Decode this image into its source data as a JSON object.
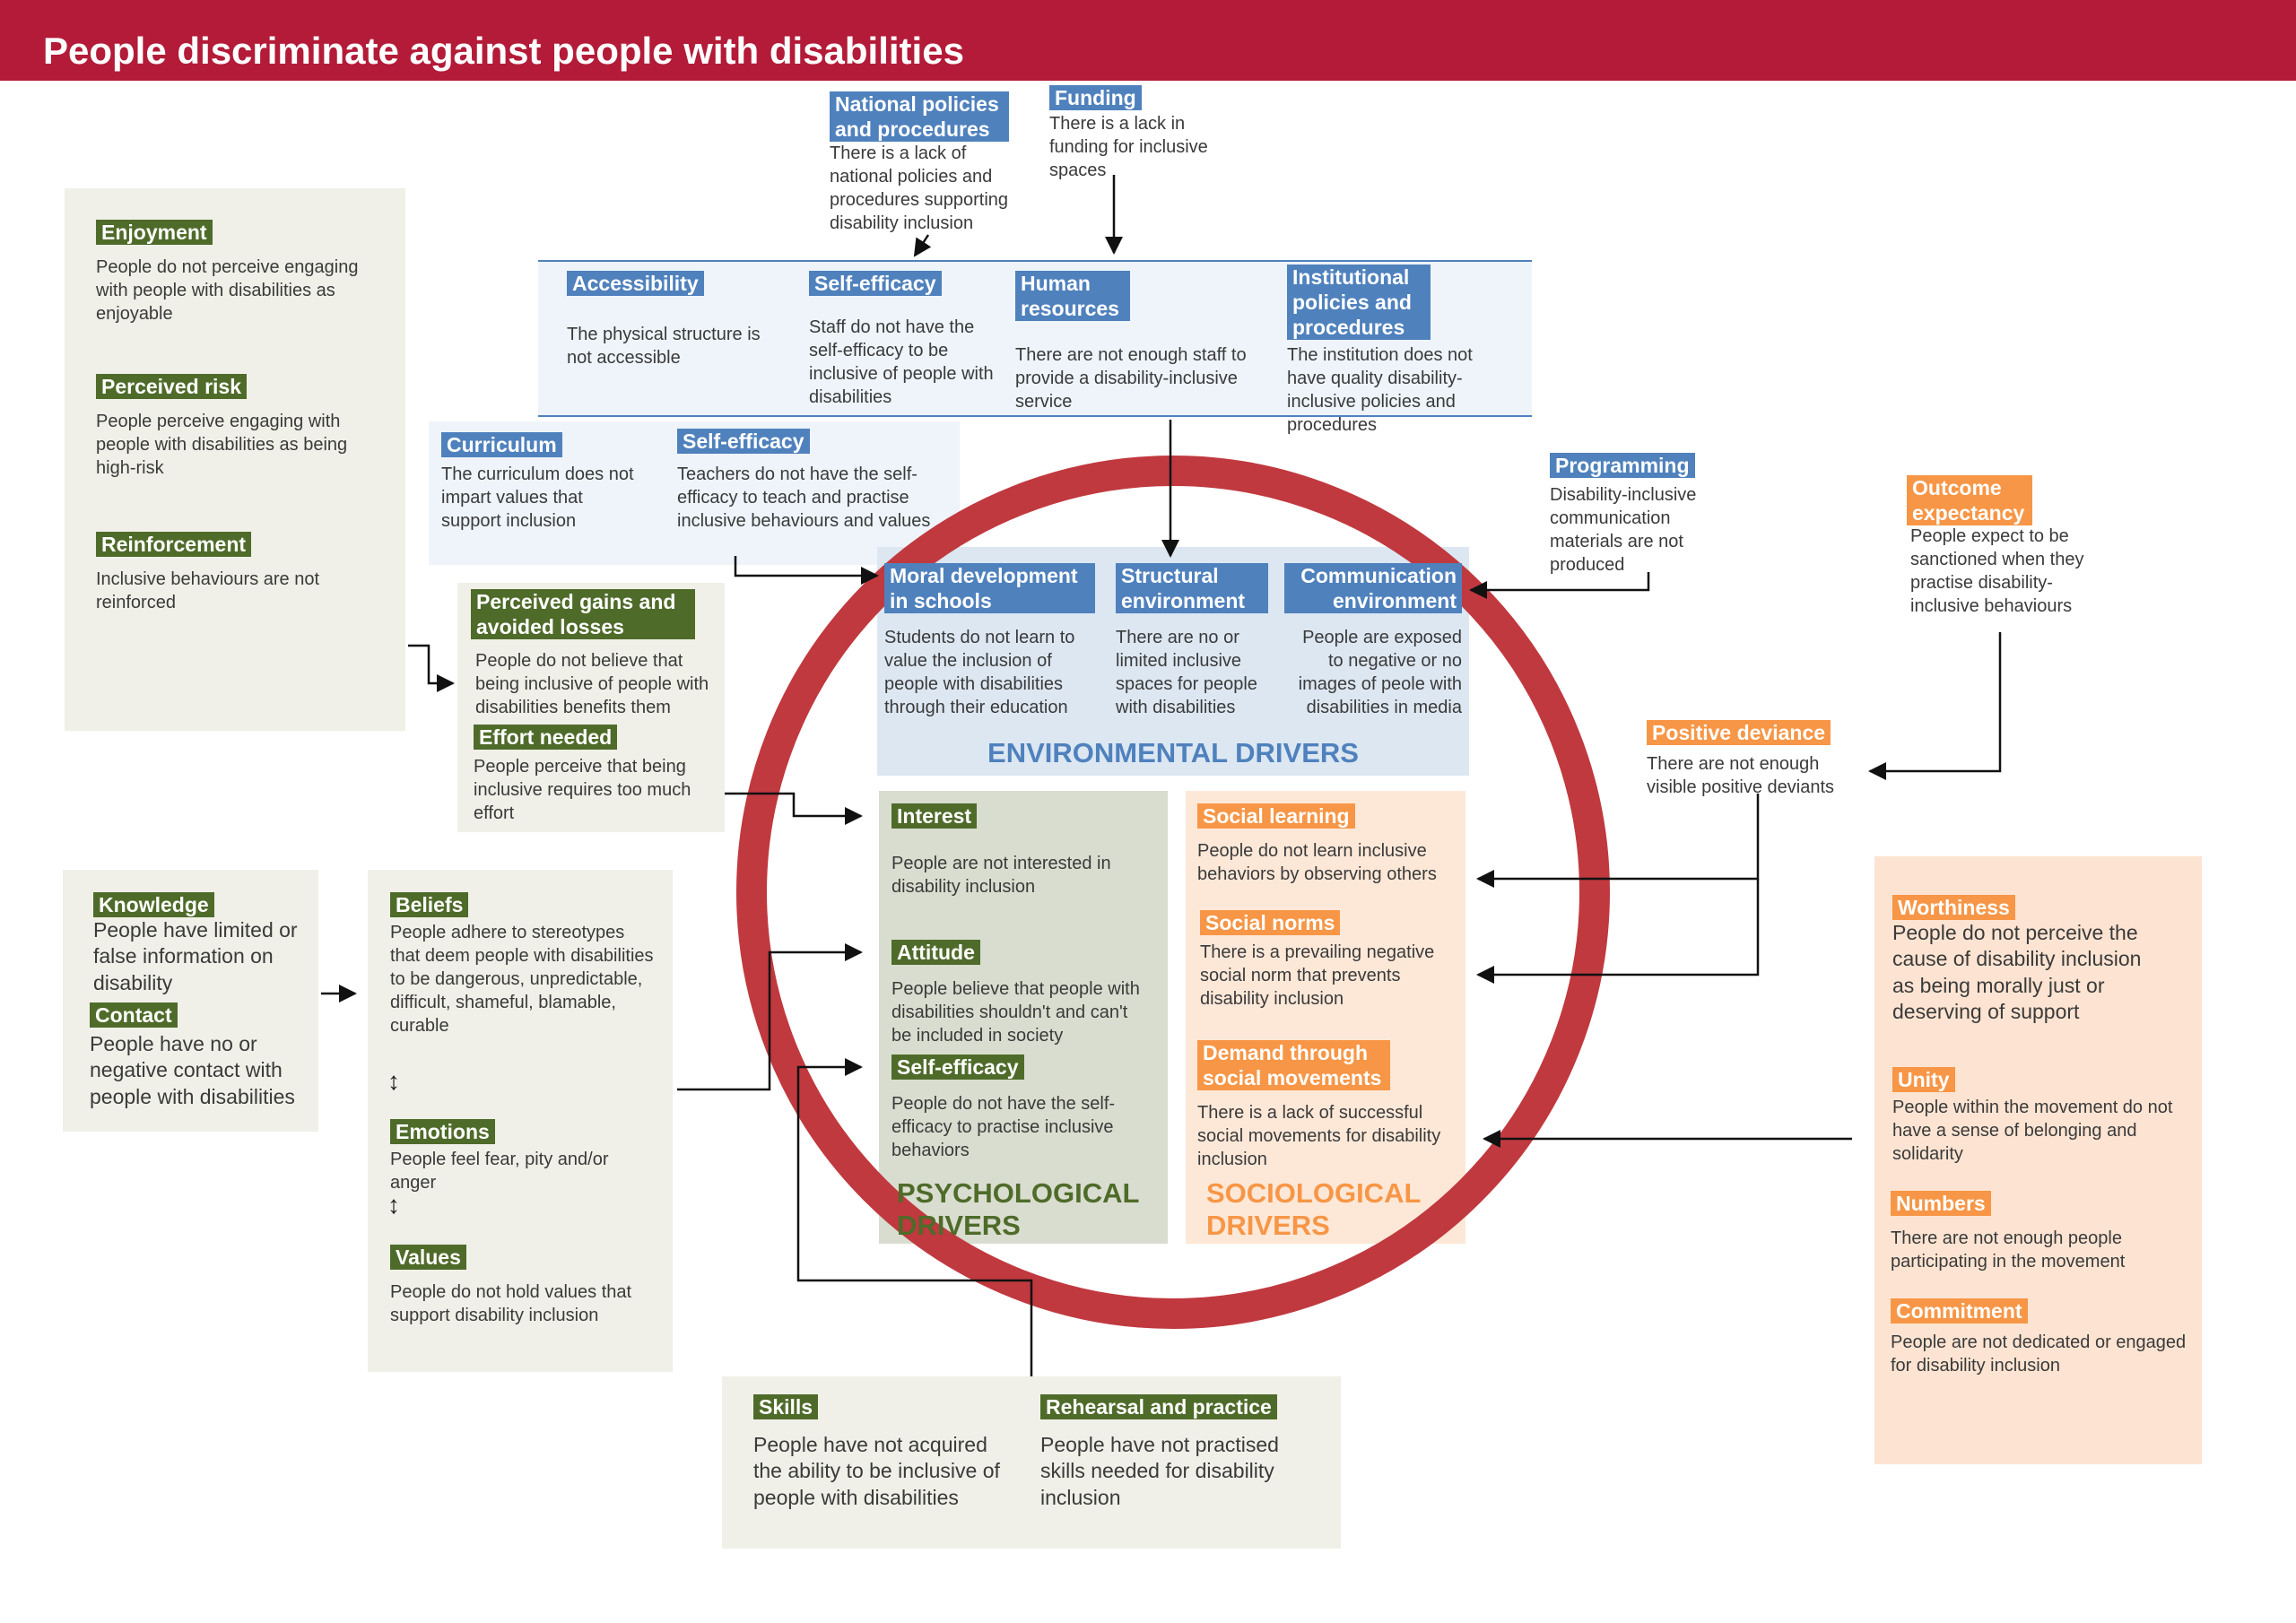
{
  "title": "People discriminate against people with disabilities",
  "colors": {
    "title_bar": "#b31b38",
    "ring": "#c0393f",
    "psych": "#4f6b2a",
    "env": "#4f81bd",
    "socio": "#f79646"
  },
  "top_influences": [
    {
      "label": "National policies and procedures",
      "text": "There is a lack of national policies and procedures supporting disability inclusion"
    },
    {
      "label": "Funding",
      "text": "There is a lack in funding for inclusive spaces"
    }
  ],
  "institutional": [
    {
      "label": "Accessibility",
      "text": "The physical structure is not accessible"
    },
    {
      "label": "Self-efficacy",
      "text": "Staff do not have the self-efficacy to be inclusive of people with disabilities"
    },
    {
      "label": "Human resources",
      "text": "There are not enough staff to provide a disability-inclusive service"
    },
    {
      "label": "Institutional policies and procedures",
      "text": "The institution does not have quality disability-inclusive policies and procedures"
    }
  ],
  "school": [
    {
      "label": "Curriculum",
      "text": "The curriculum does not impart values that support inclusion"
    },
    {
      "label": "Self-efficacy",
      "text": "Teachers do not have the self-efficacy to teach and practise inclusive behaviours and values"
    }
  ],
  "left_top": [
    {
      "label": "Enjoyment",
      "text": "People do not perceive engaging with people with disabilities as enjoyable"
    },
    {
      "label": "Perceived risk",
      "text": "People perceive engaging with people with disabilities as being high-risk"
    },
    {
      "label": "Reinforcement",
      "text": "Inclusive behaviours are not reinforced"
    }
  ],
  "gains": [
    {
      "label": "Perceived gains and avoided losses",
      "text": "People do not believe that being inclusive of people with disabilities benefits them"
    },
    {
      "label": "Effort needed",
      "text": "People perceive that being inclusive requires too much effort"
    }
  ],
  "knowledge": [
    {
      "label": "Knowledge",
      "text": "People have limited or false information on disability"
    },
    {
      "label": "Contact",
      "text": "People have no or negative contact with people with disabilities"
    }
  ],
  "beliefs": [
    {
      "label": "Beliefs",
      "text": "People adhere to stereotypes that deem people with disabilities to be dangerous, unpredictable, difficult, shameful, blamable, curable"
    },
    {
      "label": "Emotions",
      "text": "People feel fear, pity and/or anger"
    },
    {
      "label": "Values",
      "text": "People do not hold values that support disability inclusion"
    }
  ],
  "skills": [
    {
      "label": "Skills",
      "text": "People have not acquired the ability to be inclusive of people with disabilities"
    },
    {
      "label": "Rehearsal and practice",
      "text": "People have not practised skills needed for disability inclusion"
    }
  ],
  "environmental": {
    "heading": "ENVIRONMENTAL DRIVERS",
    "items": [
      {
        "label": "Moral development in schools",
        "text": "Students do not learn to value the inclusion of people with disabilities through their education"
      },
      {
        "label": "Structural environment",
        "text": "There are no or limited inclusive spaces for people with disabilities"
      },
      {
        "label": "Communication environment",
        "text": "People are exposed to negative or no images of peole with disabilities in media"
      }
    ]
  },
  "psychological": {
    "heading": "PSYCHOLOGICAL DRIVERS",
    "items": [
      {
        "label": "Interest",
        "text": "People are not interested in disability inclusion"
      },
      {
        "label": "Attitude",
        "text": "People believe that people with disabilities shouldn't and can't be included in society"
      },
      {
        "label": "Self-efficacy",
        "text": "People do not have the self-efficacy to practise inclusive behaviors"
      }
    ]
  },
  "sociological": {
    "heading": "SOCIOLOGICAL DRIVERS",
    "items": [
      {
        "label": "Social learning",
        "text": "People do not learn inclusive behaviors by observing others"
      },
      {
        "label": "Social norms",
        "text": "There is a prevailing negative social norm that prevents disability inclusion"
      },
      {
        "label": "Demand through social movements",
        "text": "There is a lack of successful social movements for disability inclusion"
      }
    ]
  },
  "programming": {
    "label": "Programming",
    "text": "Disability-inclusive communication materials are not produced"
  },
  "outcome": {
    "label": "Outcome expectancy",
    "text": "People expect to be sanctioned when they practise disability-inclusive behaviours"
  },
  "deviance": {
    "label": "Positive deviance",
    "text": "There are not enough visible positive deviants"
  },
  "movement": [
    {
      "label": "Worthiness",
      "text": "People do not perceive the cause of disability inclusion as being morally just or deserving of support"
    },
    {
      "label": "Unity",
      "text": "People within the movement do not have a sense of belonging and solidarity"
    },
    {
      "label": "Numbers",
      "text": "There are not enough people participating in the movement"
    },
    {
      "label": "Commitment",
      "text": "People are not dedicated or engaged for disability inclusion"
    }
  ]
}
